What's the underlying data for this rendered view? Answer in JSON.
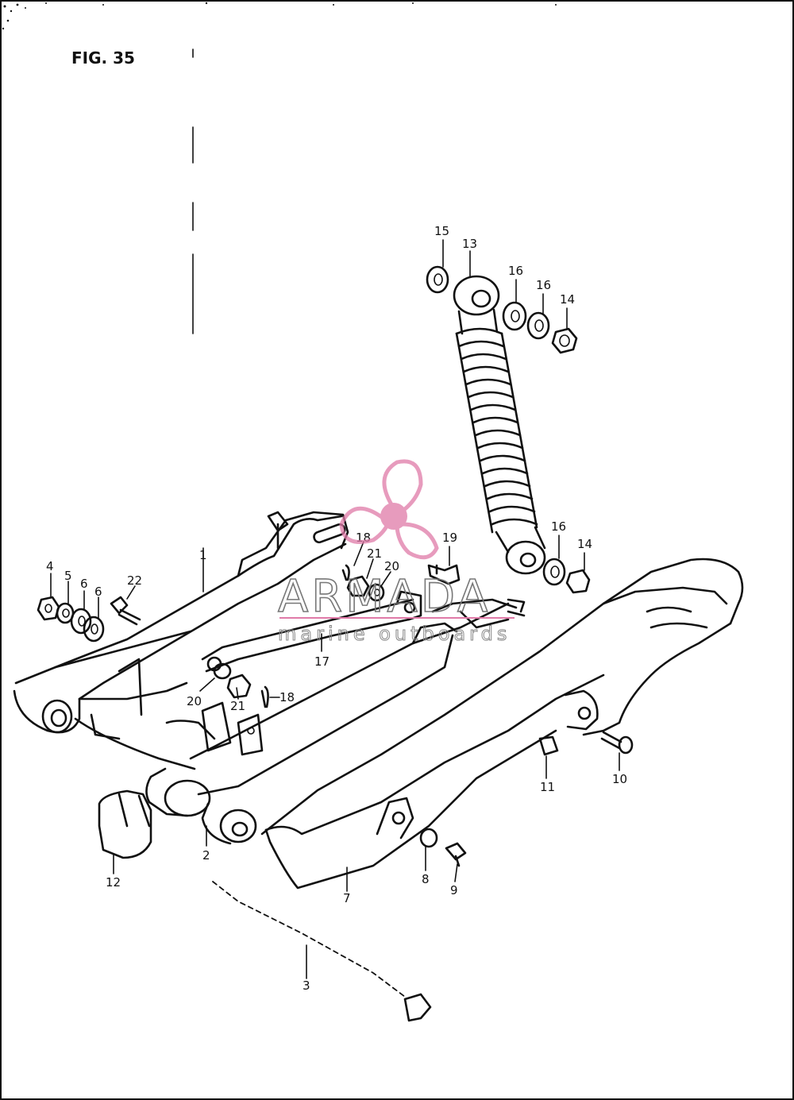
{
  "figure": {
    "title": "FIG. 35"
  },
  "callouts": [
    {
      "id": "c15",
      "text": "15"
    },
    {
      "id": "c13",
      "text": "13"
    },
    {
      "id": "c16a",
      "text": "16"
    },
    {
      "id": "c16b",
      "text": "16"
    },
    {
      "id": "c14a",
      "text": "14"
    },
    {
      "id": "c16c",
      "text": "16"
    },
    {
      "id": "c14b",
      "text": "14"
    },
    {
      "id": "c19",
      "text": "19"
    },
    {
      "id": "c18a",
      "text": "18"
    },
    {
      "id": "c21a",
      "text": "21"
    },
    {
      "id": "c20a",
      "text": "20"
    },
    {
      "id": "c4",
      "text": "4"
    },
    {
      "id": "c5",
      "text": "5"
    },
    {
      "id": "c6a",
      "text": "6"
    },
    {
      "id": "c6b",
      "text": "6"
    },
    {
      "id": "c22",
      "text": "22"
    },
    {
      "id": "c1",
      "text": "1"
    },
    {
      "id": "c17",
      "text": "17"
    },
    {
      "id": "c18b",
      "text": "18"
    },
    {
      "id": "c20b",
      "text": "20"
    },
    {
      "id": "c21b",
      "text": "21"
    },
    {
      "id": "c10",
      "text": "10"
    },
    {
      "id": "c11",
      "text": "11"
    },
    {
      "id": "c12",
      "text": "12"
    },
    {
      "id": "c2",
      "text": "2"
    },
    {
      "id": "c7",
      "text": "7"
    },
    {
      "id": "c8",
      "text": "8"
    },
    {
      "id": "c9",
      "text": "9"
    },
    {
      "id": "c3",
      "text": "3"
    }
  ],
  "watermark": {
    "brand": "ARMADA",
    "tagline": "marine outboards",
    "color": "#e07aa8"
  }
}
